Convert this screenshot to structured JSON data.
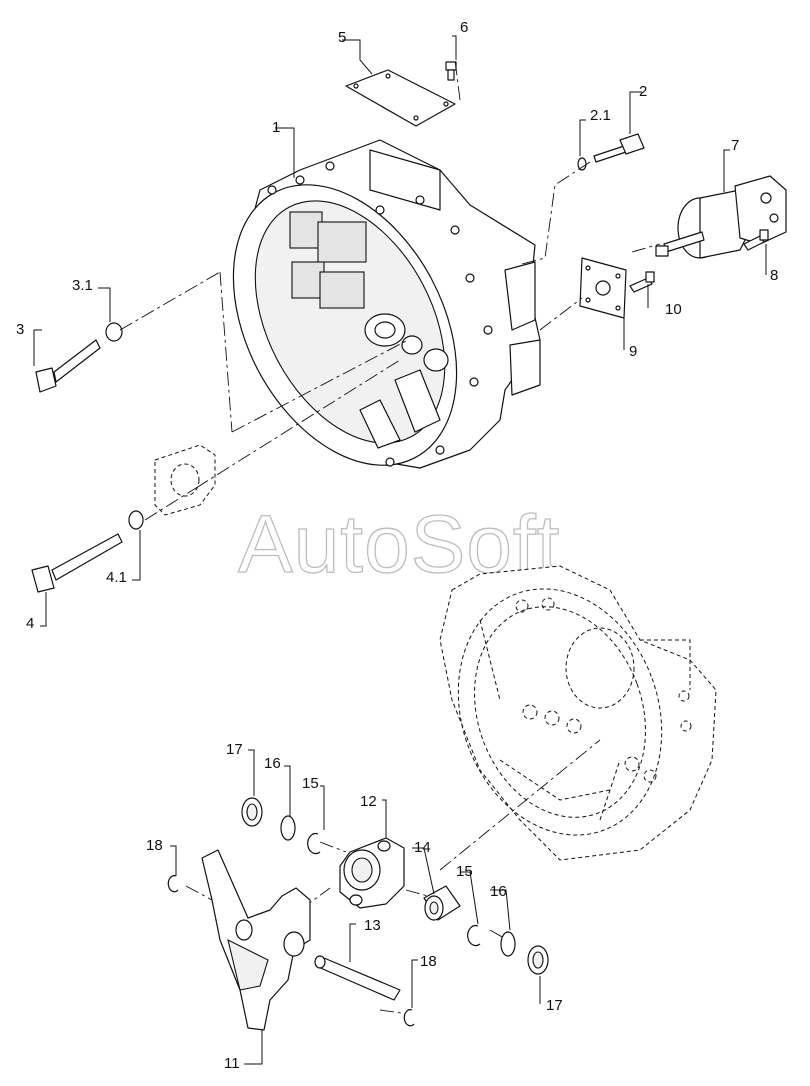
{
  "watermark": "AutoSoft",
  "callouts": {
    "c1": "1",
    "c2": "2",
    "c2_1": "2.1",
    "c3": "3",
    "c3_1": "3.1",
    "c4": "4",
    "c4_1": "4.1",
    "c5": "5",
    "c6": "6",
    "c7": "7",
    "c8": "8",
    "c9": "9",
    "c10": "10",
    "c11": "11",
    "c12": "12",
    "c13": "13",
    "c14": "14",
    "c15a": "15",
    "c15b": "15",
    "c16a": "16",
    "c16b": "16",
    "c17a": "17",
    "c17b": "17",
    "c18a": "18",
    "c18b": "18"
  }
}
